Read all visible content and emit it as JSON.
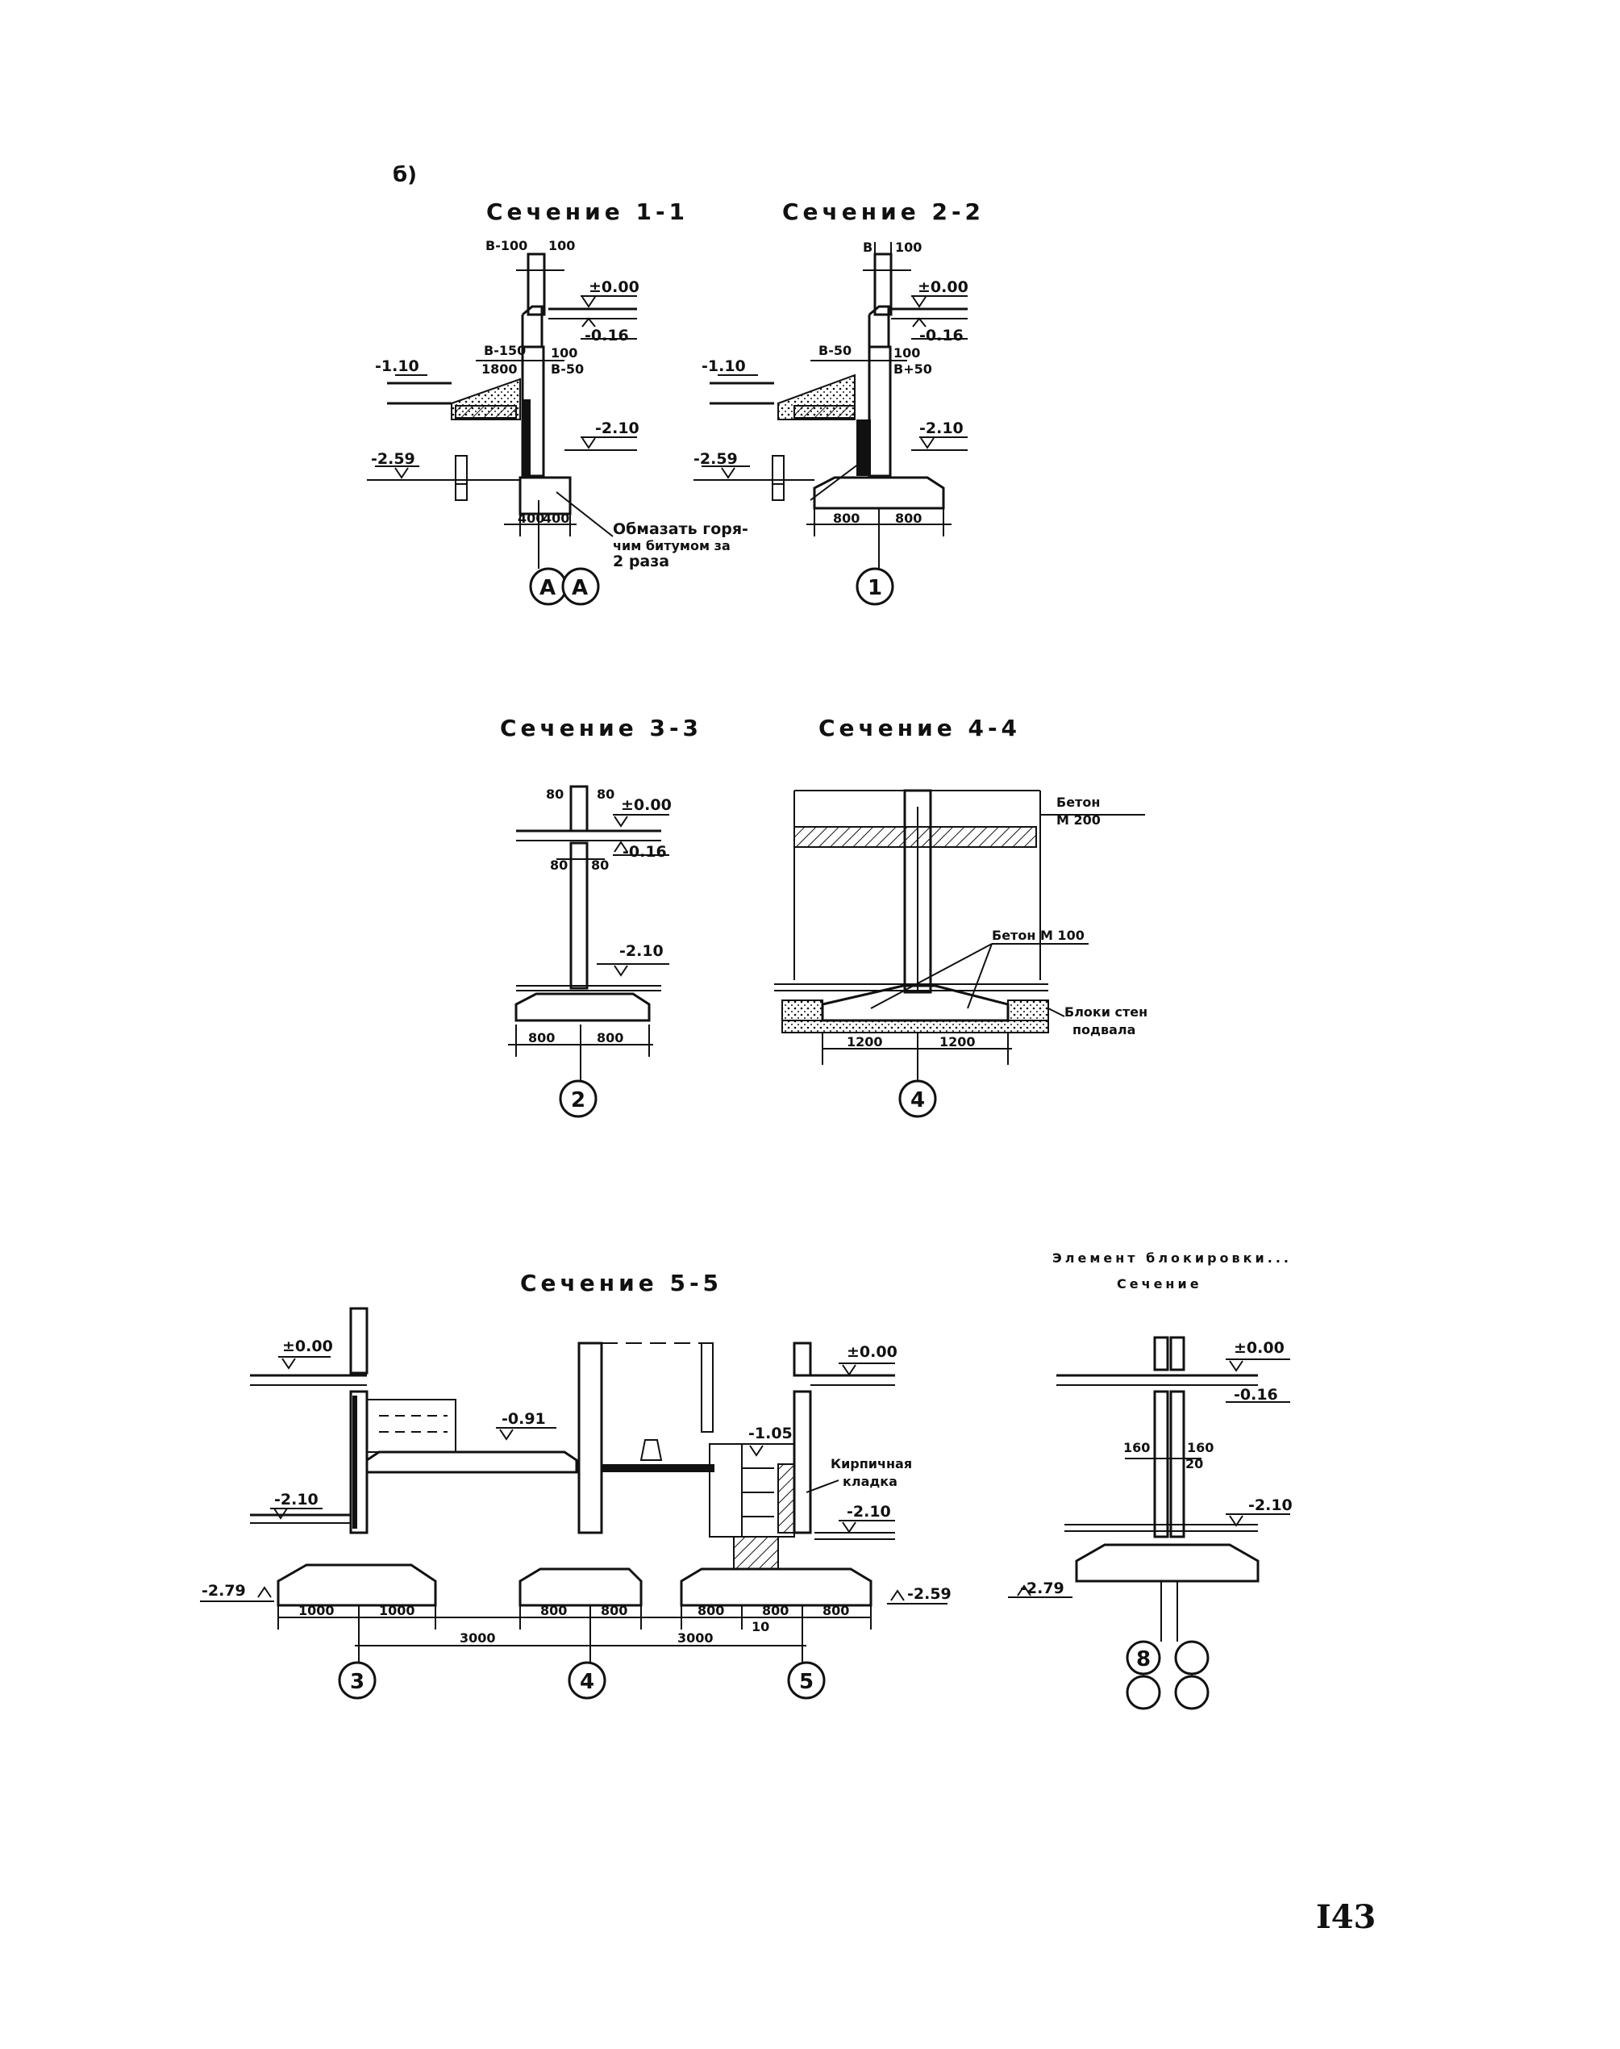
{
  "page_label": "б)",
  "page_number": "I43",
  "s11": {
    "title": "Сечение 1-1",
    "dim_top_a": "B-100",
    "dim_top_b": "100",
    "lvl_0": "±0.00",
    "lvl_016": "-0.16",
    "dim_mid_a": "B-150",
    "dim_mid_b": "100",
    "dim_1800": "1800",
    "dim_b50": "B-50",
    "lvl_110": "-1.10",
    "lvl_210": "-2.10",
    "lvl_259": "-2.59",
    "dim_bot_a": "400",
    "dim_bot_b": "400",
    "note_1": "Обмазать горя-",
    "note_2": "чим битумом за",
    "note_3": "2 раза",
    "axis_a": "A",
    "axis_b": "A"
  },
  "s22": {
    "title": "Сечение 2-2",
    "dim_top_a": "B",
    "dim_top_b": "100",
    "lvl_0": "±0.00",
    "lvl_016": "-0.16",
    "dim_mid_a": "B-50",
    "dim_mid_b": "100",
    "dim_b50": "B+50",
    "lvl_110": "-1.10",
    "lvl_210": "-2.10",
    "lvl_259": "-2.59",
    "dim_bot_a": "800",
    "dim_bot_b": "800",
    "axis": "1"
  },
  "s33": {
    "title": "Сечение 3-3",
    "dim_a": "80",
    "dim_b": "80",
    "dim_c": "80",
    "dim_d": "80",
    "lvl_0": "±0.00",
    "lvl_016": "-0.16",
    "lvl_210": "-2.10",
    "dim_bot_a": "800",
    "dim_bot_b": "800",
    "axis": "2"
  },
  "s44": {
    "title": "Сечение 4-4",
    "beton1_a": "Бетон",
    "beton1_b": "М 200",
    "beton2": "Бетон М 100",
    "blocks_a": "Блоки стен",
    "blocks_b": "подвала",
    "dim_a": "1200",
    "dim_b": "1200",
    "axis": "4"
  },
  "s55": {
    "title": "Сечение 5-5",
    "lvl_0a": "±0.00",
    "lvl_091": "-0.91",
    "lvl_105": "-1.05",
    "lvl_0b": "±0.00",
    "lvl_210a": "-2.10",
    "lvl_210b": "-2.10",
    "lvl_279": "-2.79",
    "lvl_259": "-2.59",
    "brick_a": "Кирпичная",
    "brick_b": "кладка",
    "d1": "1000",
    "d2": "1000",
    "d3": "800",
    "d4": "800",
    "d5": "800",
    "d6": "800",
    "d7": "800",
    "d8": "10",
    "span1": "3000",
    "span2": "3000",
    "axis3": "3",
    "axis4": "4",
    "axis5": "5"
  },
  "se": {
    "title_a": "Элемент блокировки...",
    "title_b": "Сечение",
    "lvl_0": "±0.00",
    "lvl_016": "-0.16",
    "lvl_210": "-2.10",
    "lvl_279": "-2.79",
    "dim_a": "160",
    "dim_b": "160",
    "dim_c": "20",
    "axis": "8"
  }
}
